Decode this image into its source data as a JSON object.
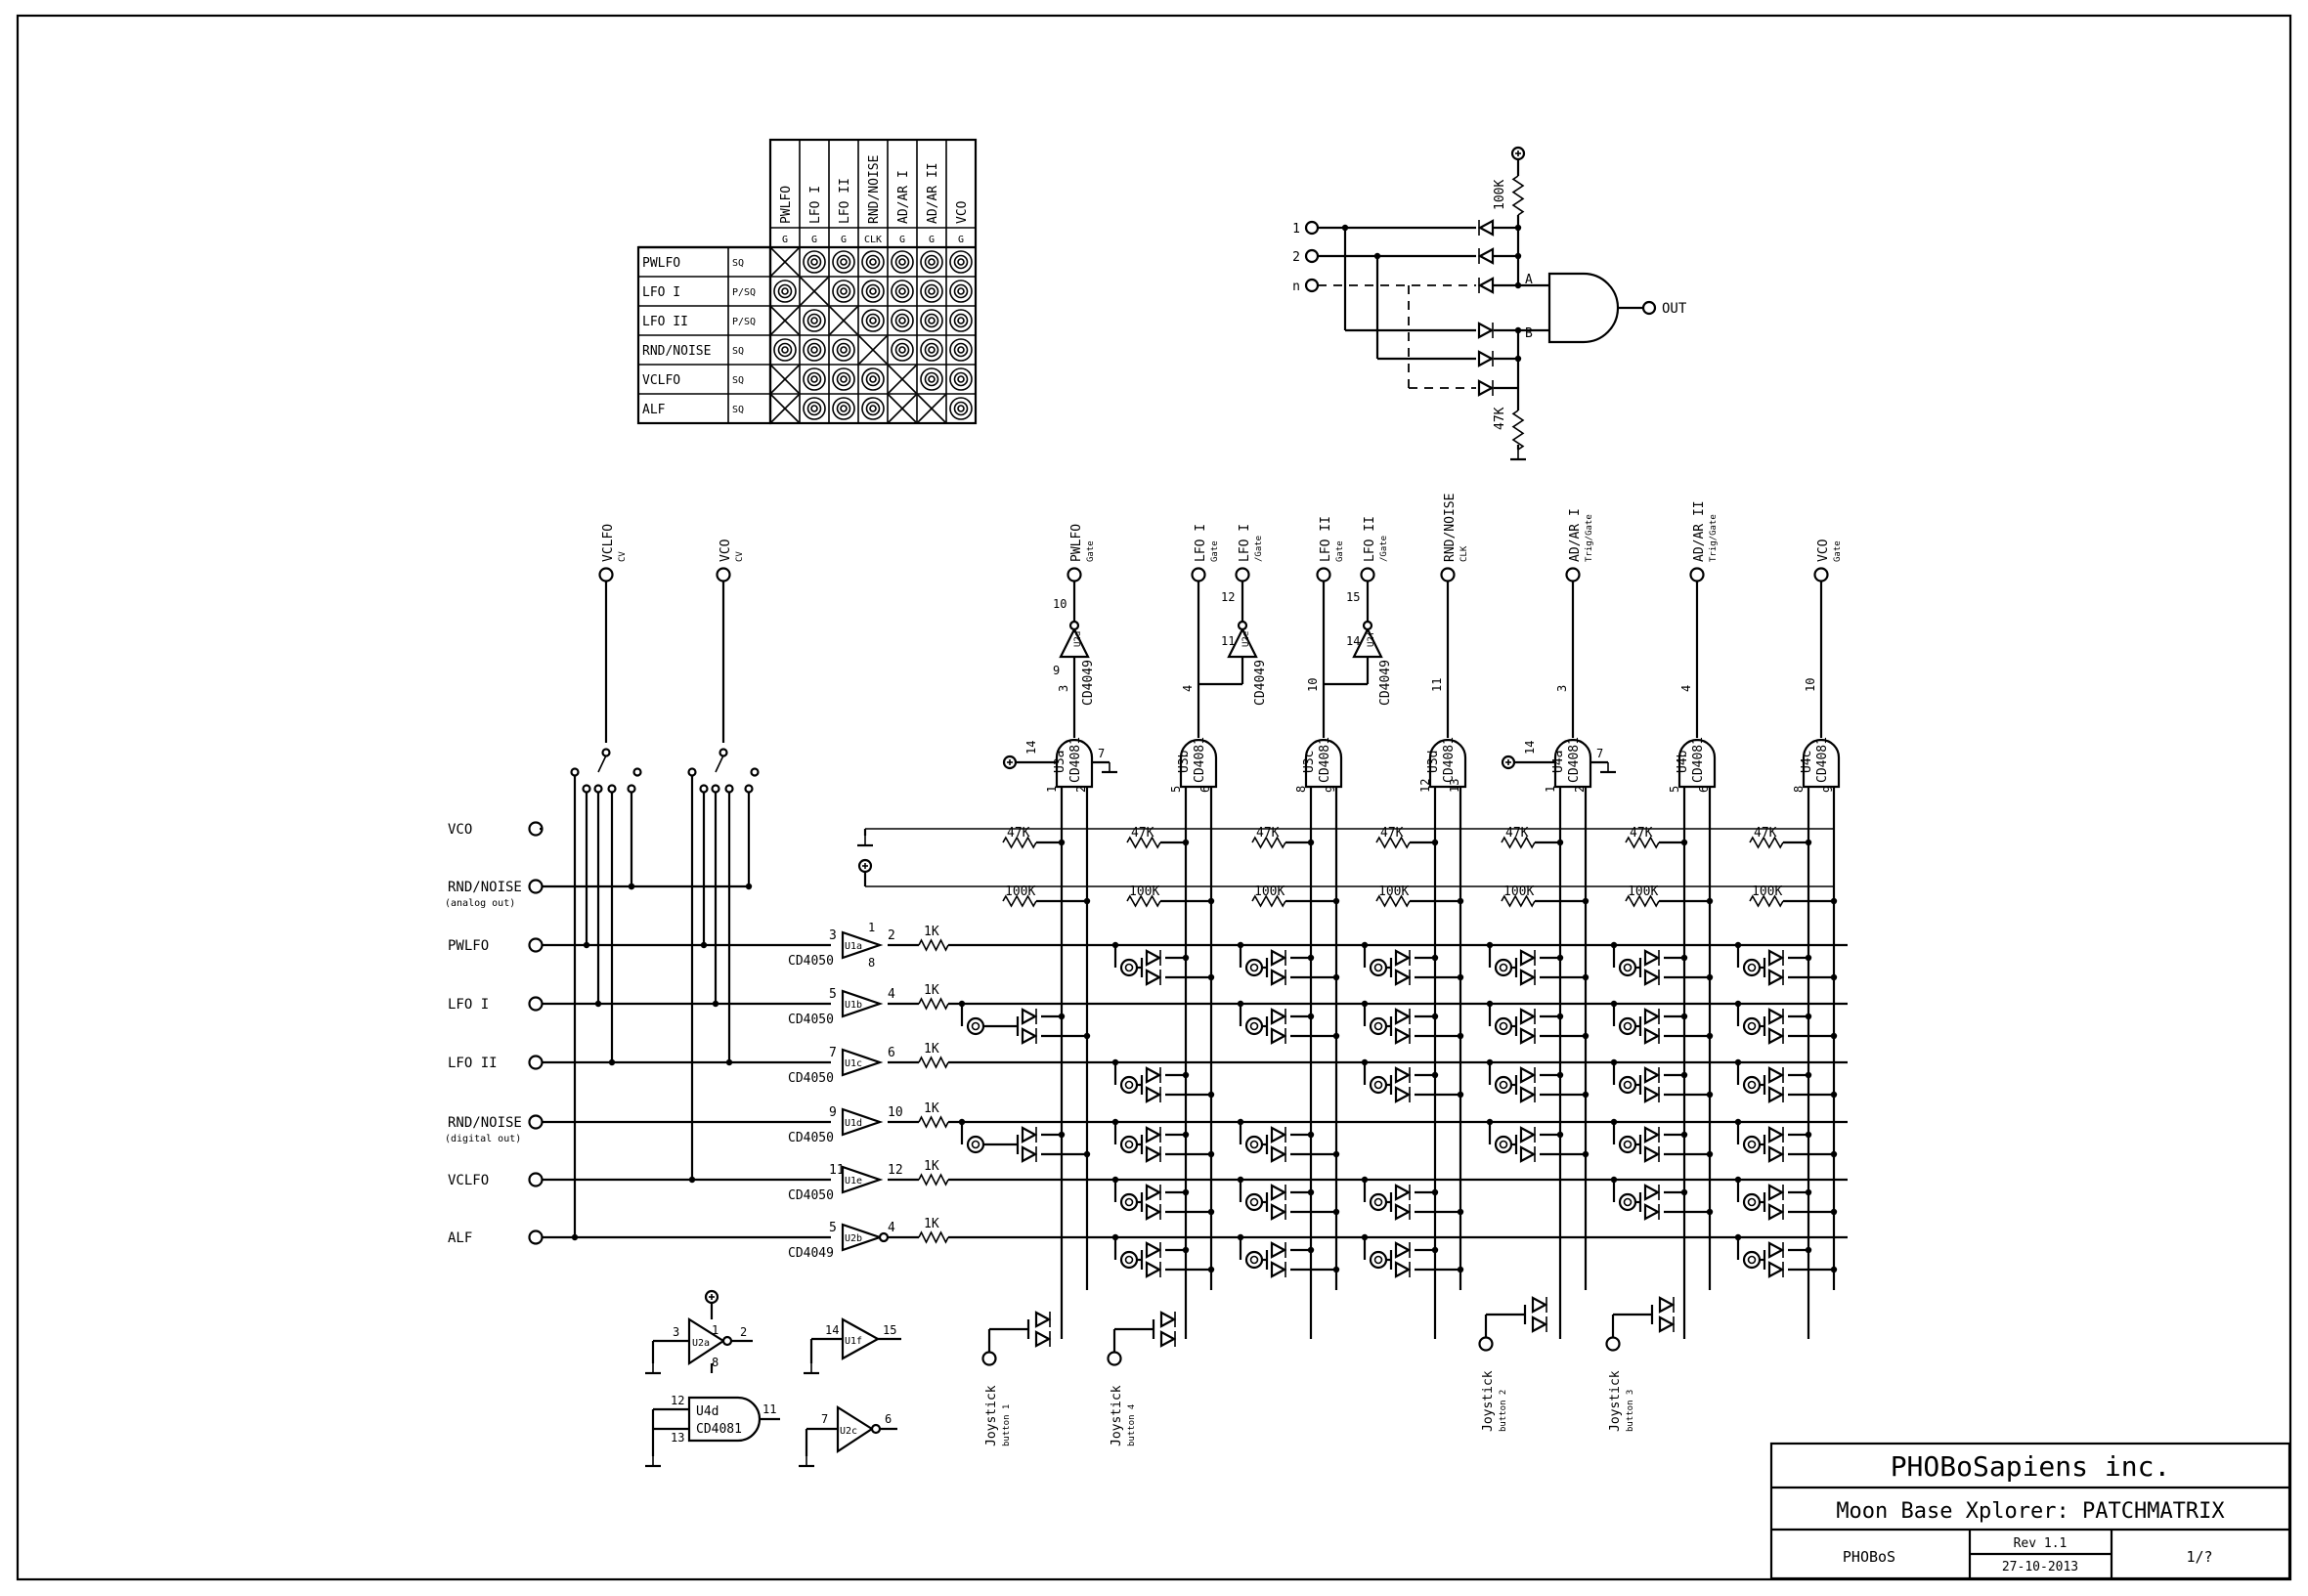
{
  "title_block": {
    "company": "PHOBoSapiens inc.",
    "project": "Moon Base Xplorer: PATCHMATRIX",
    "author": "PHOBoS",
    "rev": "Rev 1.1",
    "date": "27-10-2013",
    "sheet": "1/?"
  },
  "patch_table": {
    "columns": [
      "PWLFO",
      "LFO I",
      "LFO II",
      "RND/NOISE",
      "AD/AR I",
      "AD/AR II",
      "VCO"
    ],
    "column_types": [
      "G",
      "G",
      "G",
      "CLK",
      "G",
      "G",
      "G"
    ],
    "rows": [
      {
        "name": "PWLFO",
        "type": "SQ",
        "cells": [
          "x",
          "o",
          "o",
          "o",
          "o",
          "o",
          "o"
        ]
      },
      {
        "name": "LFO I",
        "type": "P/SQ",
        "cells": [
          "o",
          "x",
          "o",
          "o",
          "o",
          "o",
          "o"
        ]
      },
      {
        "name": "LFO II",
        "type": "P/SQ",
        "cells": [
          "x",
          "o",
          "x",
          "o",
          "o",
          "o",
          "o"
        ]
      },
      {
        "name": "RND/NOISE",
        "type": "SQ",
        "cells": [
          "o",
          "o",
          "o",
          "x",
          "o",
          "o",
          "o"
        ]
      },
      {
        "name": "VCLFO",
        "type": "SQ",
        "cells": [
          "x",
          "o",
          "o",
          "o",
          "x",
          "o",
          "o"
        ]
      },
      {
        "name": "ALF",
        "type": "SQ",
        "cells": [
          "x",
          "o",
          "o",
          "o",
          "x",
          "x",
          "o"
        ]
      }
    ]
  },
  "diode_or": {
    "inputs": [
      "1",
      "2",
      "n"
    ],
    "pullup": "100K",
    "pulldown": "47K",
    "node_a": "A",
    "node_b": "B",
    "output": "OUT"
  },
  "cv_switches": [
    {
      "name": "VCLFO",
      "sub": "CV"
    },
    {
      "name": "VCO",
      "sub": "CV"
    }
  ],
  "inputs": [
    {
      "label": "VCO",
      "sub": ""
    },
    {
      "label": "RND/NOISE",
      "sub": "(analog out)"
    },
    {
      "label": "PWLFO",
      "sub": ""
    },
    {
      "label": "LFO I",
      "sub": ""
    },
    {
      "label": "LFO II",
      "sub": ""
    },
    {
      "label": "RND/NOISE",
      "sub": "(digital out)"
    },
    {
      "label": "VCLFO",
      "sub": ""
    },
    {
      "label": "ALF",
      "sub": ""
    }
  ],
  "buffers": [
    {
      "part": "CD4050",
      "ref": "U1a",
      "pin_in": "3",
      "pin_out": "2",
      "pin_aux_a": "1",
      "pin_aux_b": "8",
      "res": "1K"
    },
    {
      "part": "CD4050",
      "ref": "U1b",
      "pin_in": "5",
      "pin_out": "4",
      "res": "1K"
    },
    {
      "part": "CD4050",
      "ref": "U1c",
      "pin_in": "7",
      "pin_out": "6",
      "res": "1K"
    },
    {
      "part": "CD4050",
      "ref": "U1d",
      "pin_in": "9",
      "pin_out": "10",
      "res": "1K"
    },
    {
      "part": "CD4050",
      "ref": "U1e",
      "pin_in": "11",
      "pin_out": "12",
      "res": "1K"
    },
    {
      "part": "CD4049",
      "ref": "U2b",
      "pin_in": "5",
      "pin_out": "4",
      "res": "1K"
    }
  ],
  "gates": [
    {
      "ref": "U3a",
      "part": "CD4081",
      "in1": "1",
      "in2": "2",
      "out": "3",
      "pwr": "14",
      "gnd": "7",
      "dest": "PWLFO",
      "dest_sub": "Gate",
      "dest2": "",
      "dest2_sub": "",
      "inv_ref": "U2d",
      "inv_part": "CD4049",
      "inv_in": "9",
      "inv_out": "10"
    },
    {
      "ref": "U3b",
      "part": "CD4081",
      "in1": "5",
      "in2": "6",
      "out": "4",
      "dest": "LFO I",
      "dest_sub": "Gate",
      "dest2": "LFO I",
      "dest2_sub": "/Gate",
      "inv_ref": "U2e",
      "inv_part": "CD4049",
      "inv_in": "11",
      "inv_out": "12"
    },
    {
      "ref": "U3c",
      "part": "CD4081",
      "in1": "8",
      "in2": "9",
      "out": "10",
      "dest": "LFO II",
      "dest_sub": "Gate",
      "dest2": "LFO II",
      "dest2_sub": "/Gate",
      "inv_ref": "U2f",
      "inv_part": "CD4049",
      "inv_in": "14",
      "inv_out": "15"
    },
    {
      "ref": "U3d",
      "part": "CD4081",
      "in1": "12",
      "in2": "13",
      "out": "11",
      "dest": "RND/NOISE",
      "dest_sub": "CLK"
    },
    {
      "ref": "U4a",
      "part": "CD4081",
      "in1": "1",
      "in2": "2",
      "out": "3",
      "pwr": "14",
      "gnd": "7",
      "dest": "AD/AR I",
      "dest_sub": "Trig/Gate"
    },
    {
      "ref": "U4b",
      "part": "CD4081",
      "in1": "5",
      "in2": "6",
      "out": "4",
      "dest": "AD/AR II",
      "dest_sub": "Trig/Gate"
    },
    {
      "ref": "U4c",
      "part": "CD4081",
      "in1": "8",
      "in2": "9",
      "out": "10",
      "dest": "VCO",
      "dest_sub": "Gate"
    }
  ],
  "bias_resistors": {
    "pulldown": "47K",
    "pullup": "100K"
  },
  "matrix": [
    [
      0,
      1,
      1,
      1,
      1,
      1,
      1
    ],
    [
      1,
      0,
      1,
      1,
      1,
      1,
      1
    ],
    [
      0,
      1,
      0,
      1,
      1,
      1,
      1
    ],
    [
      1,
      1,
      1,
      0,
      1,
      1,
      1
    ],
    [
      0,
      1,
      1,
      1,
      0,
      1,
      1
    ],
    [
      0,
      1,
      1,
      1,
      0,
      0,
      1
    ]
  ],
  "joysticks": [
    {
      "label": "Joystick",
      "sub": "button 1"
    },
    {
      "label": "Joystick",
      "sub": "button 4"
    },
    {
      "label": "Joystick",
      "sub": "button 2"
    },
    {
      "label": "Joystick",
      "sub": "button 3"
    }
  ],
  "spare_parts": {
    "u2a": {
      "ref": "U2a",
      "p_in": "3",
      "p_out": "2",
      "p_vdd": "1",
      "p_gnd": "8"
    },
    "u1f": {
      "ref": "U1f",
      "p_in": "14",
      "p_out": "15"
    },
    "u4d": {
      "ref": "U4d",
      "part": "CD4081",
      "p_a": "12",
      "p_b": "13",
      "p_out": "11"
    },
    "u2c": {
      "ref": "U2c",
      "p_in": "7",
      "p_out": "6"
    }
  }
}
